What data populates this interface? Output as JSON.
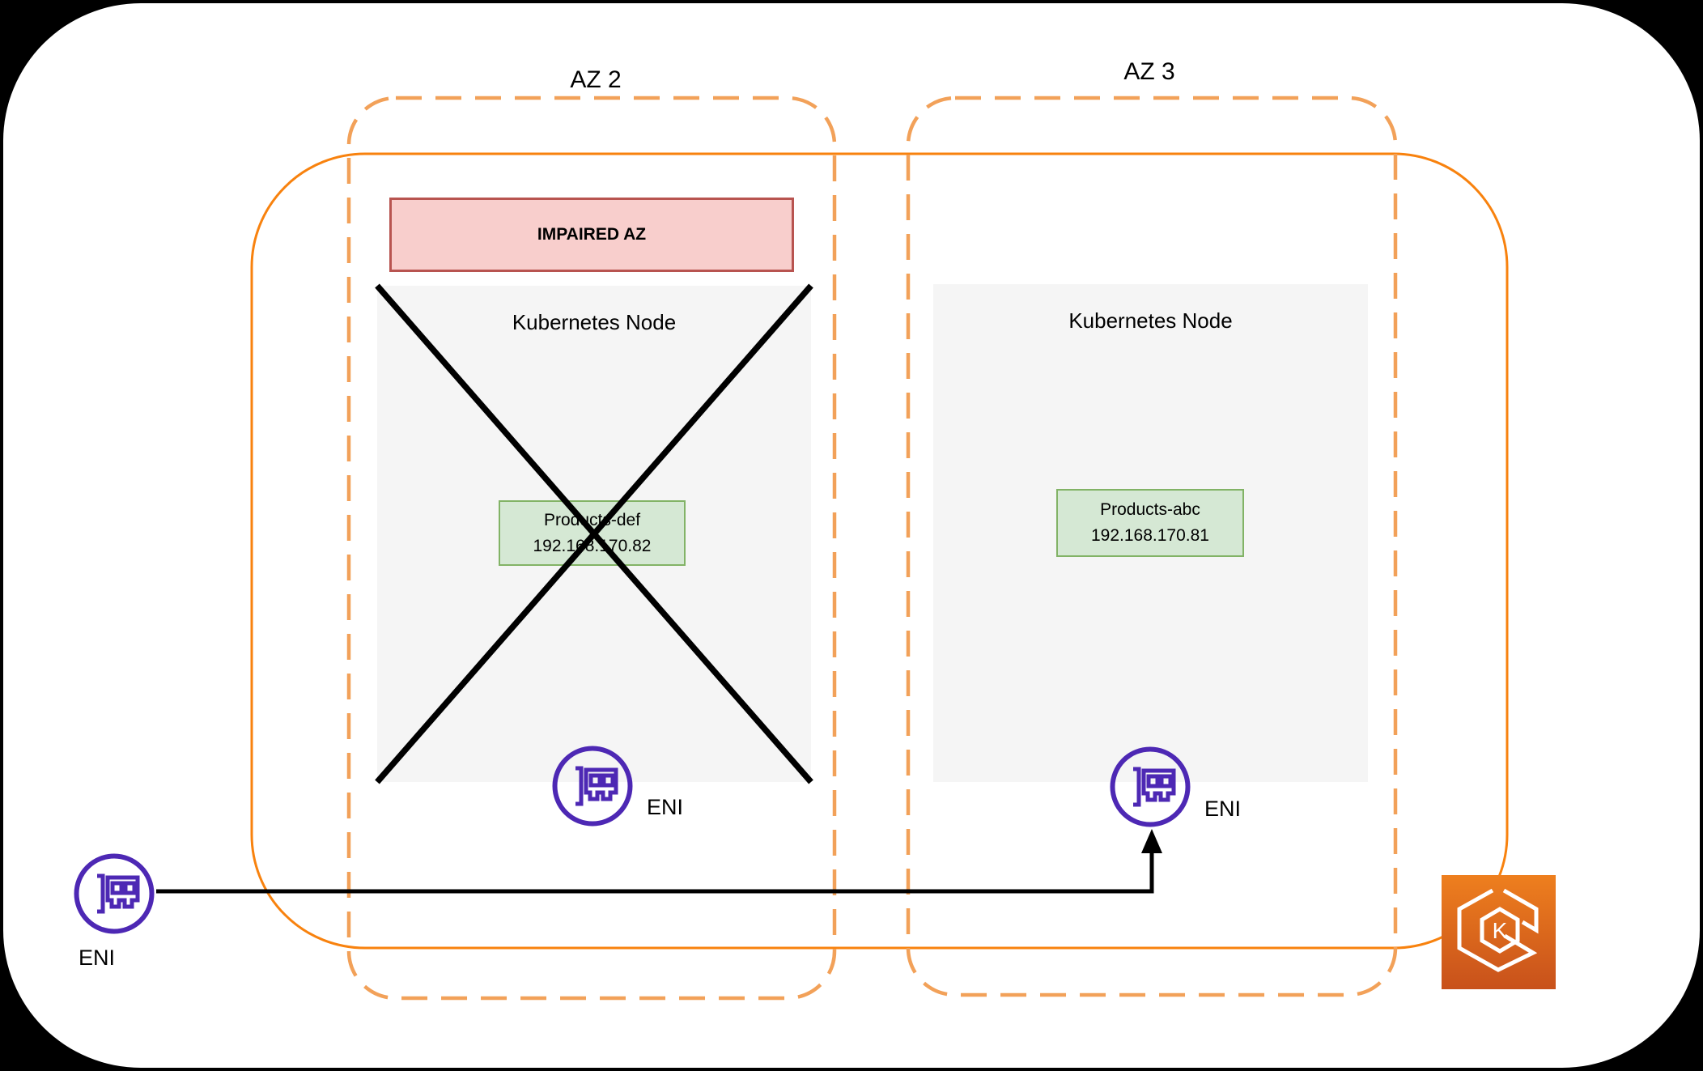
{
  "az2": {
    "label": "AZ 2",
    "impaired_banner": "IMPAIRED AZ",
    "node_title": "Kubernetes Node",
    "pod_name": "Products-def",
    "pod_ip": "192.168.170.82",
    "eni_label": "ENI"
  },
  "az3": {
    "label": "AZ 3",
    "node_title": "Kubernetes Node",
    "pod_name": "Products-abc",
    "pod_ip": "192.168.170.81",
    "eni_label": "ENI"
  },
  "external_eni": {
    "label": "ENI"
  },
  "eks": {
    "letter": "K"
  },
  "icons": {
    "eni": "elastic-network-interface-icon",
    "eks": "eks-hexagon-icon"
  },
  "colors": {
    "cluster_border": "#f8820e",
    "az_border": "#f2a159",
    "node_fill": "#f5f5f5",
    "impaired_fill": "#f8cecc",
    "impaired_border": "#b85450",
    "pod_fill": "#d5e8d4",
    "pod_border": "#82b366",
    "eni_purple": "#4d28b4",
    "eks_top": "#ee7f1e",
    "eks_bottom": "#c8511b"
  }
}
